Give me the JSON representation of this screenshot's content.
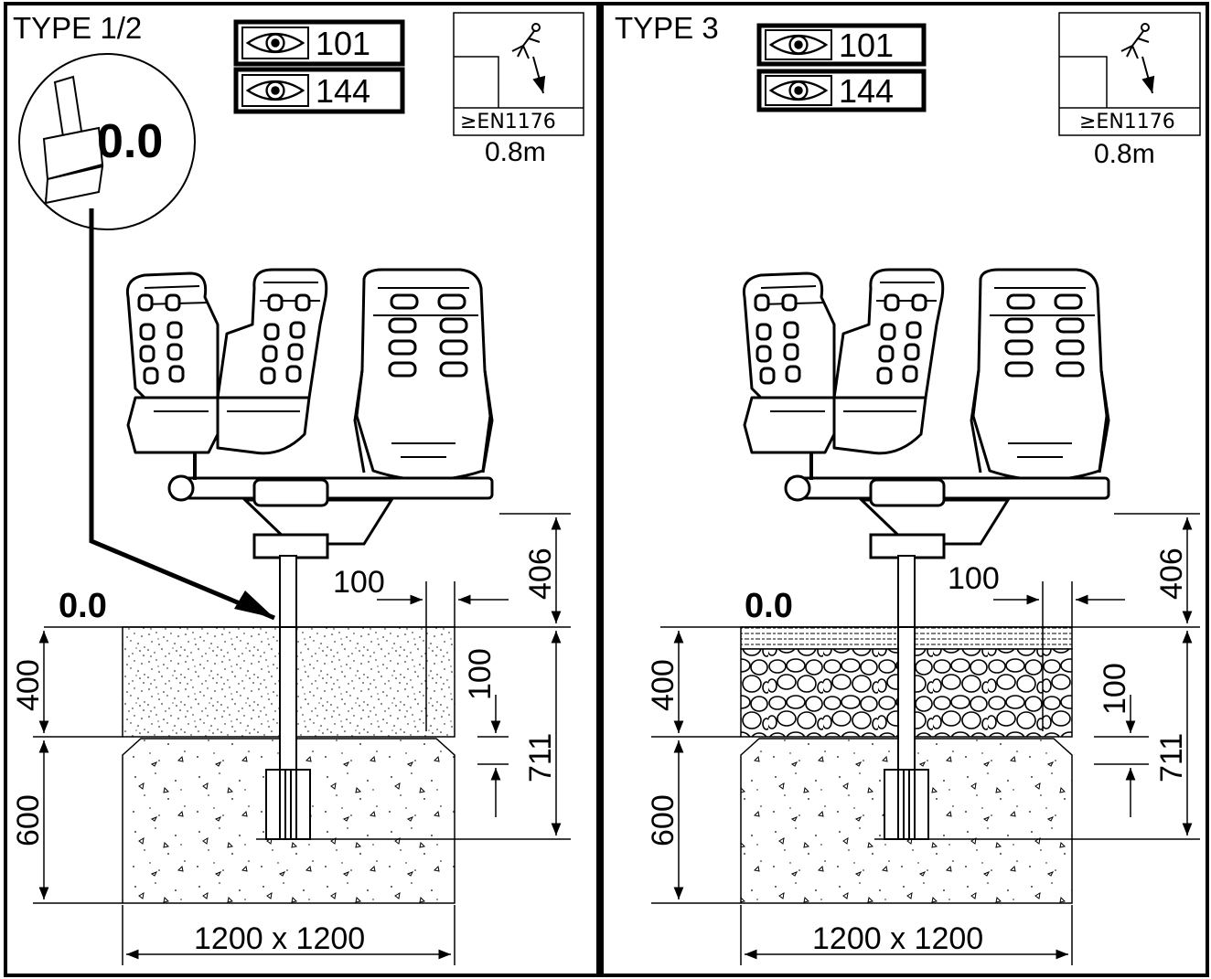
{
  "panels": [
    {
      "type_label": "TYPE 1/2",
      "view_codes": [
        "101",
        "144"
      ],
      "fall_standard": "≥EN1176",
      "fall_height": "0.8m",
      "level_label": "0.0",
      "brush_level": "0.0",
      "surface": "sand",
      "dims": {
        "height_above": "406",
        "offset": "100",
        "post_depth_top": "100",
        "total_depth": "711",
        "surface_depth": "400",
        "concrete_depth": "600",
        "footing_size": "1200 x 1200"
      }
    },
    {
      "type_label": "TYPE 3",
      "view_codes": [
        "101",
        "144"
      ],
      "fall_standard": "≥EN1176",
      "fall_height": "0.8m",
      "level_label": "0.0",
      "surface": "gravel",
      "dims": {
        "height_above": "406",
        "offset": "100",
        "post_depth_top": "100",
        "total_depth": "711",
        "surface_depth": "400",
        "concrete_depth": "600",
        "footing_size": "1200 x 1200"
      }
    }
  ],
  "colors": {
    "ink": "#000000",
    "paper": "#ffffff"
  }
}
